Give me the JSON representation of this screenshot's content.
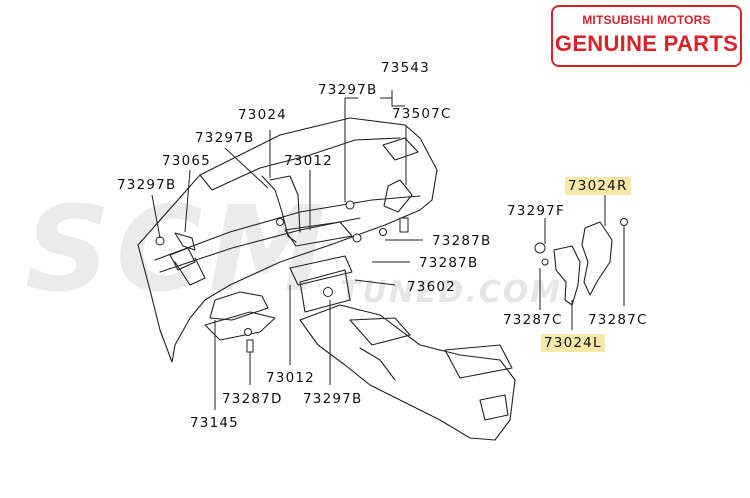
{
  "badge": {
    "brand": "MITSUBISHI MOTORS",
    "title": "GENUINE PARTS",
    "color": "#d8232a"
  },
  "watermark": {
    "main": "SCM",
    "sub": "TUNED.COM"
  },
  "highlight_color": "#f8e9a8",
  "labels": {
    "p73543": "73543",
    "p73297B_top": "73297B",
    "p73507C": "73507C",
    "p73024_top": "73024",
    "p73297B_left1": "73297B",
    "p73065": "73065",
    "p73012_top": "73012",
    "p73297B_left2": "73297B",
    "p73287B_1": "73287B",
    "p73287B_2": "73287B",
    "p73602": "73602",
    "p73012_bottom": "73012",
    "p73287D": "73287D",
    "p73297B_bottom": "73297B",
    "p73145": "73145",
    "p73024R": "73024R",
    "p73297F": "73297F",
    "p73287C_left": "73287C",
    "p73287C_right": "73287C",
    "p73024L": "73024L"
  }
}
